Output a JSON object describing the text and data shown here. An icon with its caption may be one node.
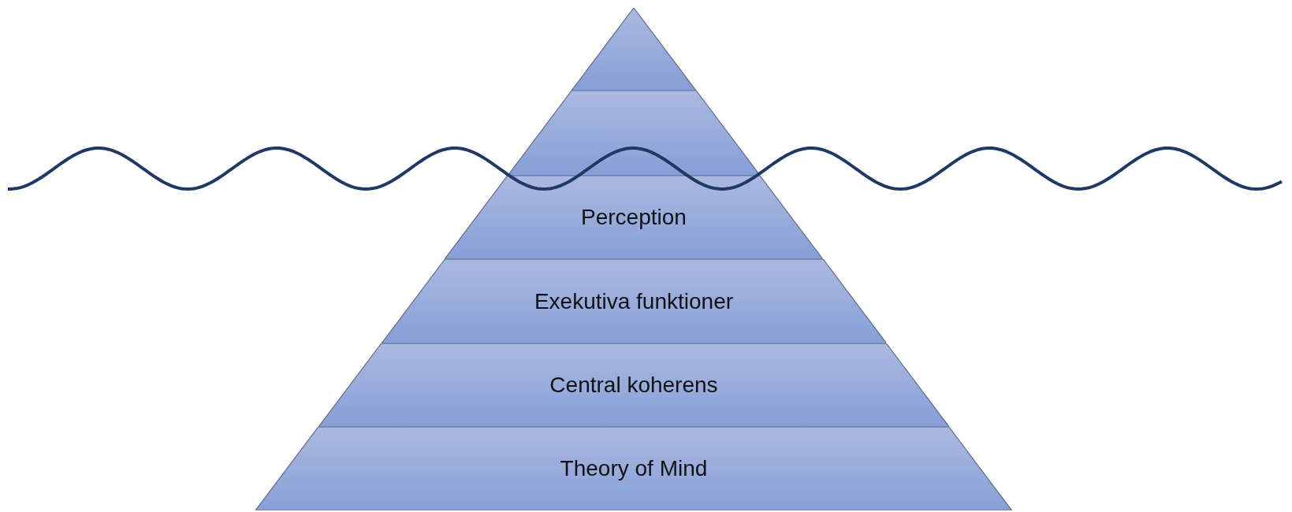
{
  "diagram": {
    "nodes": [
      {
        "text": [],
        "shape": "triangle"
      },
      {
        "text": [],
        "shape": "band"
      },
      {
        "text": [
          "Perception"
        ]
      },
      {
        "text": [
          "Exekutiva funktioner"
        ]
      },
      {
        "text": [
          "Central koherens"
        ]
      },
      {
        "text": [
          "Theory of Mind"
        ]
      }
    ]
  }
}
